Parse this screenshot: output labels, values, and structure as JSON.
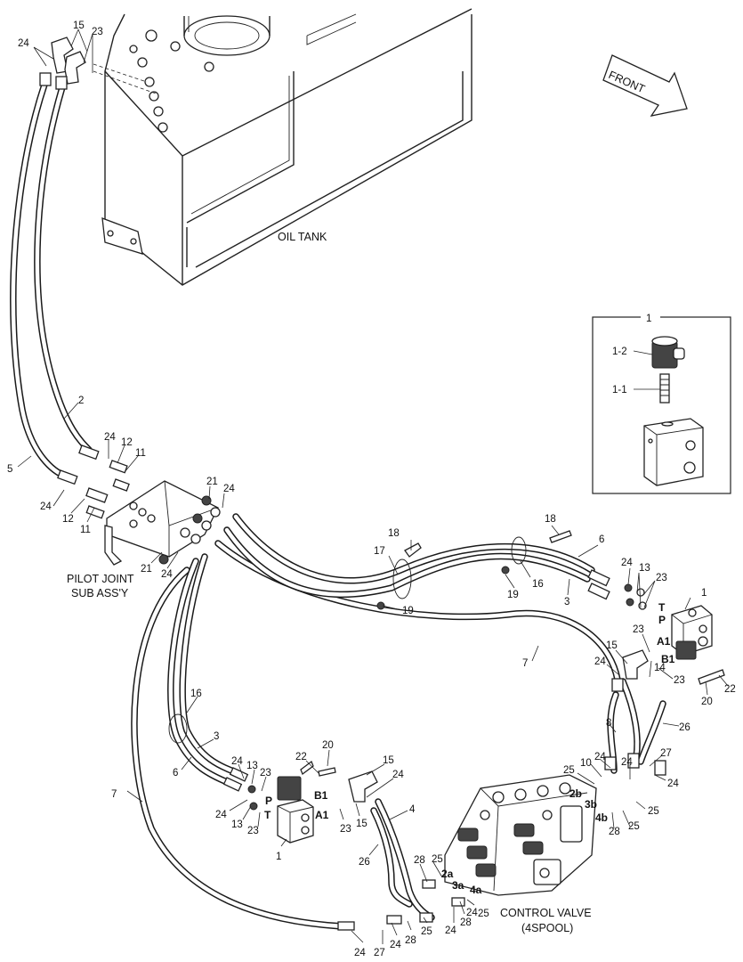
{
  "labels": {
    "oil_tank": "OIL TANK",
    "front": "FRONT",
    "pilot_joint_line1": "PILOT JOINT",
    "pilot_joint_line2": "SUB ASS'Y",
    "control_valve_line1": "CONTROL VALVE",
    "control_valve_line2": "(4SPOOL)"
  },
  "inset": {
    "title": "1",
    "parts": [
      "1-2",
      "1-1"
    ]
  },
  "callouts": [
    {
      "id": "c01",
      "text": "24"
    },
    {
      "id": "c02",
      "text": "15"
    },
    {
      "id": "c03",
      "text": "23"
    },
    {
      "id": "c04",
      "text": "2"
    },
    {
      "id": "c05",
      "text": "5"
    },
    {
      "id": "c06",
      "text": "24"
    },
    {
      "id": "c07",
      "text": "12"
    },
    {
      "id": "c08",
      "text": "11"
    },
    {
      "id": "c09",
      "text": "24"
    },
    {
      "id": "c10",
      "text": "12"
    },
    {
      "id": "c11",
      "text": "11"
    },
    {
      "id": "c12",
      "text": "21"
    },
    {
      "id": "c13",
      "text": "24"
    },
    {
      "id": "c14",
      "text": "21"
    },
    {
      "id": "c15",
      "text": "24"
    },
    {
      "id": "c16",
      "text": "18"
    },
    {
      "id": "c17",
      "text": "17"
    },
    {
      "id": "c18",
      "text": "19"
    },
    {
      "id": "c19",
      "text": "18"
    },
    {
      "id": "c20",
      "text": "6"
    },
    {
      "id": "c21",
      "text": "19"
    },
    {
      "id": "c22",
      "text": "16"
    },
    {
      "id": "c23",
      "text": "3"
    },
    {
      "id": "c24",
      "text": "24"
    },
    {
      "id": "c25",
      "text": "13"
    },
    {
      "id": "c26",
      "text": "23"
    },
    {
      "id": "c27",
      "text": "1"
    },
    {
      "id": "c28",
      "text": "23"
    },
    {
      "id": "c29",
      "text": "15"
    },
    {
      "id": "c30",
      "text": "24"
    },
    {
      "id": "c31",
      "text": "14"
    },
    {
      "id": "c32",
      "text": "23"
    },
    {
      "id": "c33",
      "text": "22"
    },
    {
      "id": "c34",
      "text": "20"
    },
    {
      "id": "c35",
      "text": "7"
    },
    {
      "id": "c36",
      "text": "8"
    },
    {
      "id": "c37",
      "text": "26"
    },
    {
      "id": "c38",
      "text": "16"
    },
    {
      "id": "c39",
      "text": "3"
    },
    {
      "id": "c40",
      "text": "6"
    },
    {
      "id": "c41",
      "text": "7"
    },
    {
      "id": "c42",
      "text": "24"
    },
    {
      "id": "c43",
      "text": "13"
    },
    {
      "id": "c44",
      "text": "23"
    },
    {
      "id": "c45",
      "text": "24"
    },
    {
      "id": "c46",
      "text": "13"
    },
    {
      "id": "c47",
      "text": "23"
    },
    {
      "id": "c48",
      "text": "22"
    },
    {
      "id": "c49",
      "text": "20"
    },
    {
      "id": "c50",
      "text": "15"
    },
    {
      "id": "c51",
      "text": "24"
    },
    {
      "id": "c52",
      "text": "4"
    },
    {
      "id": "c53",
      "text": "1"
    },
    {
      "id": "c54",
      "text": "23"
    },
    {
      "id": "c55",
      "text": "15"
    },
    {
      "id": "c56",
      "text": "26"
    },
    {
      "id": "c57",
      "text": "28"
    },
    {
      "id": "c58",
      "text": "25"
    },
    {
      "id": "c59",
      "text": "25"
    },
    {
      "id": "c60",
      "text": "28"
    },
    {
      "id": "c61",
      "text": "24"
    },
    {
      "id": "c62",
      "text": "24"
    },
    {
      "id": "c63",
      "text": "27"
    },
    {
      "id": "c64",
      "text": "24"
    },
    {
      "id": "c65",
      "text": "28"
    },
    {
      "id": "c66",
      "text": "25"
    },
    {
      "id": "c67",
      "text": "25"
    },
    {
      "id": "c68",
      "text": "10"
    },
    {
      "id": "c69",
      "text": "24"
    },
    {
      "id": "c70",
      "text": "24"
    },
    {
      "id": "c71",
      "text": "27"
    },
    {
      "id": "c72",
      "text": "24"
    },
    {
      "id": "c73",
      "text": "25"
    },
    {
      "id": "c74",
      "text": "28"
    },
    {
      "id": "c75",
      "text": "25"
    },
    {
      "id": "c76",
      "text": "24"
    }
  ],
  "ports": [
    {
      "id": "p01",
      "text": "T"
    },
    {
      "id": "p02",
      "text": "P"
    },
    {
      "id": "p03",
      "text": "A1"
    },
    {
      "id": "p04",
      "text": "B1"
    },
    {
      "id": "p05",
      "text": "P"
    },
    {
      "id": "p06",
      "text": "T"
    },
    {
      "id": "p07",
      "text": "B1"
    },
    {
      "id": "p08",
      "text": "A1"
    },
    {
      "id": "p09",
      "text": "2b"
    },
    {
      "id": "p10",
      "text": "3b"
    },
    {
      "id": "p11",
      "text": "4b"
    },
    {
      "id": "p12",
      "text": "2a"
    },
    {
      "id": "p13",
      "text": "3a"
    },
    {
      "id": "p14",
      "text": "4a"
    }
  ]
}
